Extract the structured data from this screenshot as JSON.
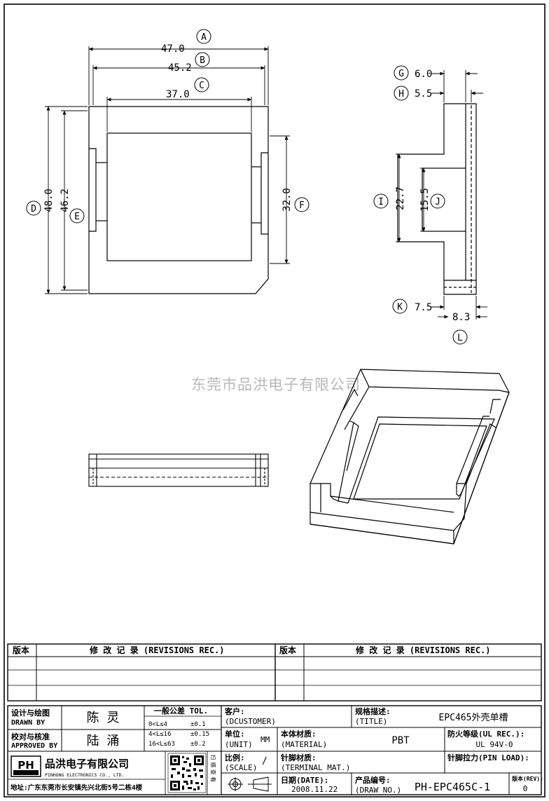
{
  "drawing": {
    "dims": [
      {
        "value": "47.0",
        "callout": "A"
      },
      {
        "value": "45.2",
        "callout": "B"
      },
      {
        "value": "37.0",
        "callout": "C"
      },
      {
        "value": "48.0",
        "callout": "D"
      },
      {
        "value": "46.2",
        "callout": "E"
      },
      {
        "value": "32.0",
        "callout": "F"
      },
      {
        "value": "6.0",
        "callout": "G"
      },
      {
        "value": "5.5",
        "callout": "H"
      },
      {
        "value": "22.7",
        "callout": "I"
      },
      {
        "value": "15.5",
        "callout": "J"
      },
      {
        "value": "7.5",
        "callout": "K"
      },
      {
        "value": "8.3",
        "callout": "L"
      }
    ]
  },
  "watermark": "东莞市品洪电子有限公司",
  "revisions": {
    "col_version": "版本",
    "col_record": "修 改 记 录 (REVISIONS REC.)"
  },
  "title_block": {
    "drawn_label_cn": "设计与绘图",
    "drawn_label_en": "DRAWN BY",
    "drawn_name": "陈 灵",
    "approved_label_cn": "校对与核准",
    "approved_label_en": "APPROVED BY",
    "approved_name": "陆 涌",
    "tol_title": "一般公差 TOL.",
    "tol_rows": [
      {
        "range": "0<L≤4",
        "tol": "±0.1"
      },
      {
        "range": "4<L≤16",
        "tol": "±0.15"
      },
      {
        "range": "16<L≤63",
        "tol": "±0.2"
      }
    ],
    "customer_label": "客户:",
    "customer_value": "(DCUSTOMER)",
    "title_label_cn": "规格描述:",
    "title_label_en": "(TITLE)",
    "title_value": "EPC465外壳单槽",
    "unit_label_cn": "单位:",
    "unit_label_en": "(UNIT)",
    "unit_value": "MM",
    "material_label_cn": "本体材质:",
    "material_label_en": "(MATERIAL)",
    "material_value": "PBT",
    "ul_label": "防火等级(UL REC.):",
    "ul_value": "UL 94V-0",
    "scale_label_cn": "比例:",
    "scale_label_en": "(SCALE)",
    "scale_value": "/",
    "terminal_label_cn": "针脚材质:",
    "terminal_label_en": "(TERMINAL MAT.)",
    "pin_load_label": "针脚拉力(PIN LOAD):",
    "date_label": "日期(DATE):",
    "date_value": "2008.11.22",
    "drawno_label_cn": "产品编号:",
    "drawno_label_en": "(DRAW NO.)",
    "drawno_value": "PH-EPC465C-1",
    "rev_label": "版本(REV):",
    "rev_value": "0",
    "company_logo": "PH",
    "company_cn": "品洪电子有限公司",
    "company_en": "PINHONG ELECTRONICS CO., LTD.",
    "address": "地址:广东东莞市长安镇先兴北街5号二栋4楼",
    "qr_caption": "扫描查看"
  }
}
